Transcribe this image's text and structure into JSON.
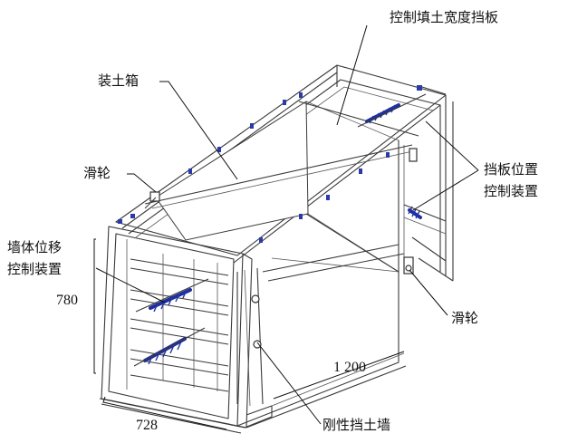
{
  "labels": {
    "width_plate": "控制填土宽度挡板",
    "soil_box": "装土箱",
    "pulley_left": "滑轮",
    "plate_position_line1": "挡板位置",
    "plate_position_line2": "控制装置",
    "wall_disp_line1": "墙体位移",
    "wall_disp_line2": "控制装置",
    "pulley_right": "滑轮",
    "rigid_wall": "刚性挡土墙"
  },
  "dimensions": {
    "height": "780",
    "length": "1 200",
    "width": "728"
  },
  "colors": {
    "linework": "#3a3a3a",
    "screw": "#2a3aa8",
    "text": "#111111"
  }
}
